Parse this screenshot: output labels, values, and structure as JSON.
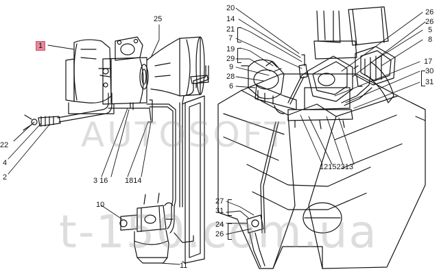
{
  "diagram": {
    "highlight_color": "#e8879a",
    "line_color": "#111111",
    "callouts": [
      {
        "id": "c1",
        "text": "1",
        "highlight": true
      },
      {
        "id": "c25",
        "text": "25"
      },
      {
        "id": "c22",
        "text": "22"
      },
      {
        "id": "c4",
        "text": "4"
      },
      {
        "id": "c2",
        "text": "2"
      },
      {
        "id": "c3-16",
        "text": "3 16"
      },
      {
        "id": "c18-14",
        "text": "1814"
      },
      {
        "id": "c10",
        "text": "10"
      },
      {
        "id": "c11",
        "text": "11"
      },
      {
        "id": "c20",
        "text": "20"
      },
      {
        "id": "c14",
        "text": "14"
      },
      {
        "id": "c21",
        "text": "21"
      },
      {
        "id": "c7",
        "text": "7"
      },
      {
        "id": "c19",
        "text": "19"
      },
      {
        "id": "c29",
        "text": "29"
      },
      {
        "id": "c9",
        "text": "9"
      },
      {
        "id": "c28",
        "text": "28"
      },
      {
        "id": "c6",
        "text": "6"
      },
      {
        "id": "c26a",
        "text": "26"
      },
      {
        "id": "c26b",
        "text": "26"
      },
      {
        "id": "c5",
        "text": "5"
      },
      {
        "id": "c8",
        "text": "8"
      },
      {
        "id": "c17",
        "text": "17"
      },
      {
        "id": "c30",
        "text": "30"
      },
      {
        "id": "c31a",
        "text": "31"
      },
      {
        "id": "c12-23",
        "text": "12152313"
      },
      {
        "id": "c27",
        "text": "27"
      },
      {
        "id": "c31b",
        "text": "31"
      },
      {
        "id": "c24",
        "text": "24"
      },
      {
        "id": "c26c",
        "text": "26"
      }
    ]
  },
  "watermark": {
    "main": "AUTOSOFT",
    "url": "t-150.com.ua"
  }
}
